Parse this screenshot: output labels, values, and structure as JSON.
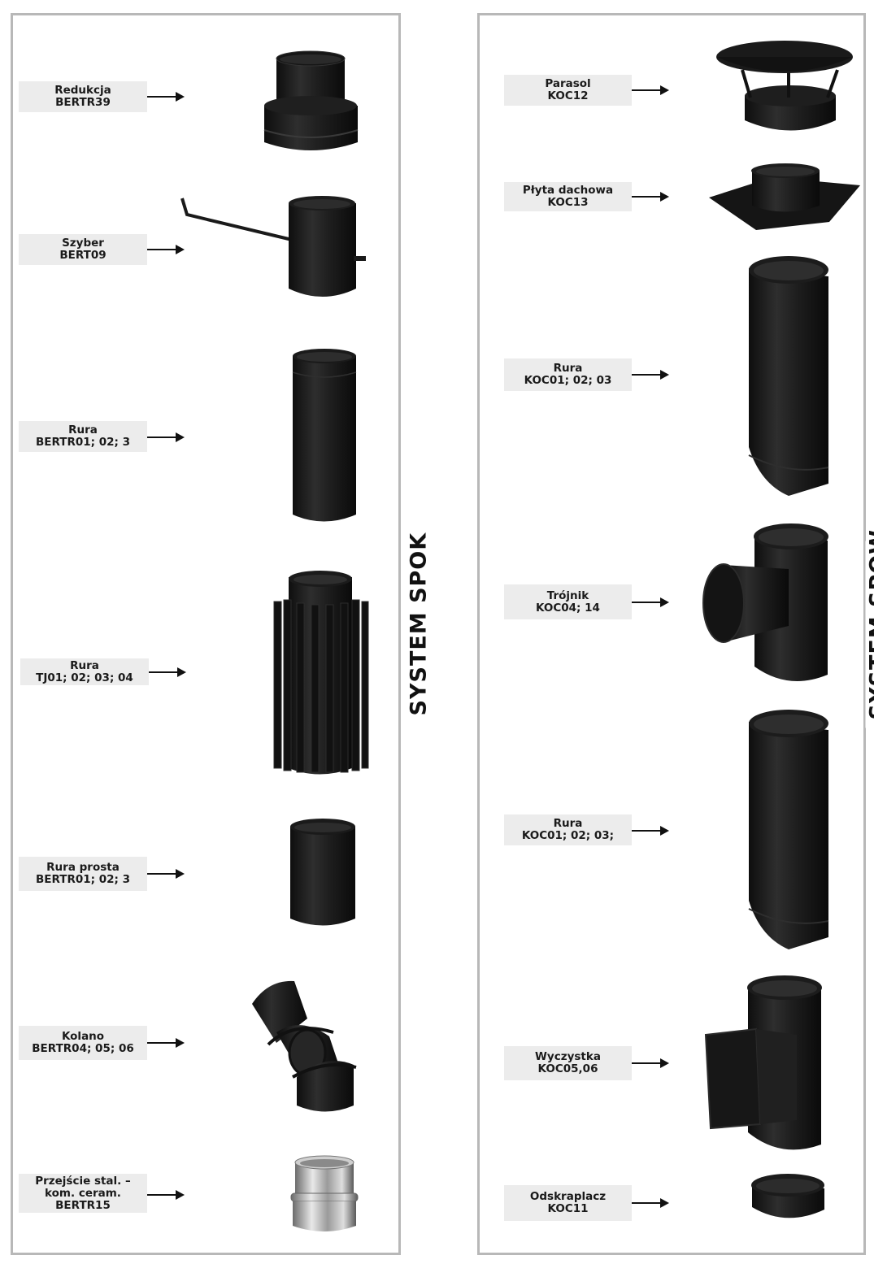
{
  "systems": {
    "left": {
      "title": "SYSTEM SPOK"
    },
    "right": {
      "title": "SYSTEM SPOW"
    }
  },
  "left_items": [
    {
      "name": "Redukcja",
      "code": "BERTR39",
      "icon": "reducer-pipe-icon"
    },
    {
      "name": "Szyber",
      "code": "BERT09",
      "icon": "damper-pipe-icon"
    },
    {
      "name": "Rura",
      "code": "BERTR01; 02; 3",
      "icon": "round-pipe-icon"
    },
    {
      "name": "Rura",
      "code": "TJ01; 02; 03; 04",
      "icon": "finned-pipe-icon"
    },
    {
      "name": "Rura prosta",
      "code": "BERTR01; 02; 3",
      "icon": "short-pipe-icon"
    },
    {
      "name": "Kolano",
      "code": "BERTR04; 05; 06",
      "icon": "elbow-pipe-icon"
    },
    {
      "name": "Przejście stal. – kom. ceram.",
      "code": "BERTR15",
      "icon": "steel-adapter-icon"
    }
  ],
  "right_items": [
    {
      "name": "Parasol",
      "code": "KOC12",
      "icon": "chimney-cap-icon"
    },
    {
      "name": "Płyta dachowa",
      "code": "KOC13",
      "icon": "roof-plate-icon"
    },
    {
      "name": "Rura",
      "code": "KOC01; 02; 03",
      "icon": "oval-pipe-icon"
    },
    {
      "name": "Trójnik",
      "code": "KOC04; 14",
      "icon": "tee-pipe-icon"
    },
    {
      "name": "Rura",
      "code": "KOC01; 02; 03;",
      "icon": "oval-pipe-icon"
    },
    {
      "name": "Wyczystka",
      "code": "KOC05,06",
      "icon": "cleanout-pipe-icon"
    },
    {
      "name": "Odskraplacz",
      "code": "KOC11",
      "icon": "condensate-trap-icon"
    }
  ],
  "colors": {
    "border": "#b8b8b8",
    "label_bg": "#ececec",
    "product": "#1c1c1c"
  }
}
